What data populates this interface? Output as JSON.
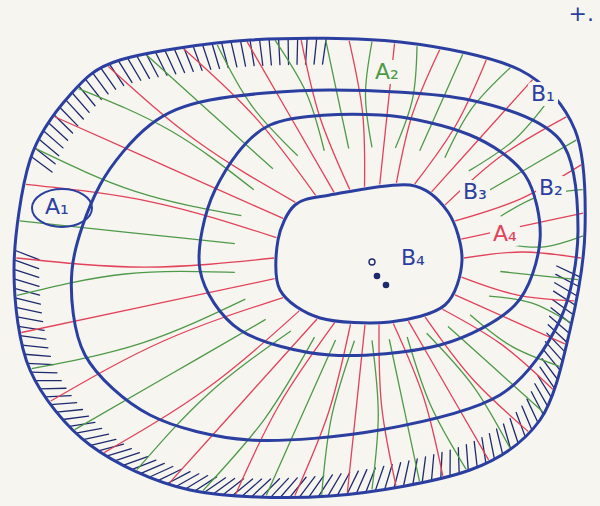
{
  "diagram": {
    "nodes": [
      {
        "text": [
          "B₁"
        ]
      },
      {
        "text": [
          "B₂"
        ],
        "in": 0
      },
      {
        "text": [
          "B₃"
        ],
        "in": 1
      },
      {
        "text": [
          "B₄"
        ],
        "in": 2
      }
    ],
    "labels": [
      "+.",
      "A₁",
      "A₂",
      "A₄"
    ]
  }
}
